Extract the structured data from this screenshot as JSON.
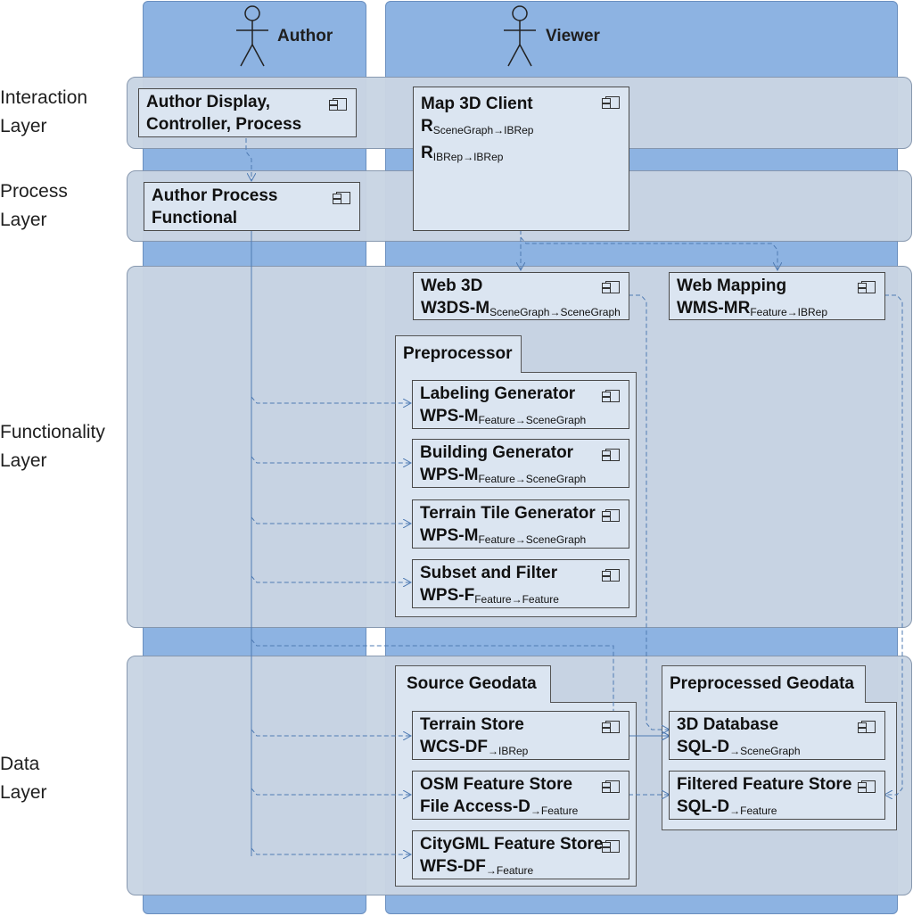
{
  "lanes": {
    "author": {
      "title": "Author"
    },
    "viewer": {
      "title": "Viewer"
    }
  },
  "layers": {
    "interaction": "Interaction\nLayer",
    "process": "Process\nLayer",
    "functionality": "Functionality\nLayer",
    "data": "Data\nLayer"
  },
  "components": {
    "author_display": {
      "name": "Author Display,\nController, Process"
    },
    "map3d": {
      "name": "Map 3D Client",
      "r1_main": "R",
      "r1_sub": "SceneGraph→IBRep",
      "r2_main": "R",
      "r2_sub": "IBRep→IBRep"
    },
    "author_process": {
      "name": "Author Process\nFunctional"
    },
    "web3d": {
      "name": "Web 3D",
      "sig_main": "W3DS-M",
      "sig_sub": "SceneGraph→SceneGraph"
    },
    "webmapping": {
      "name": "Web Mapping",
      "sig_main": "WMS-MR",
      "sig_sub": "Feature→IBRep"
    },
    "labeling": {
      "name": "Labeling Generator",
      "sig_main": "WPS-M",
      "sig_sub": "Feature→SceneGraph"
    },
    "building": {
      "name": "Building Generator",
      "sig_main": "WPS-M",
      "sig_sub": "Feature→SceneGraph"
    },
    "terrain_tile": {
      "name": "Terrain Tile Generator",
      "sig_main": "WPS-M",
      "sig_sub": "Feature→SceneGraph"
    },
    "subset": {
      "name": "Subset and Filter",
      "sig_main": "WPS-F",
      "sig_sub": "Feature→Feature"
    },
    "terrain_store": {
      "name": "Terrain Store",
      "sig_main": "WCS-DF",
      "sig_sub": "→IBRep"
    },
    "osm_store": {
      "name": "OSM Feature Store",
      "sig_main": "File Access-D",
      "sig_sub": "→Feature"
    },
    "citygml_store": {
      "name": "CityGML Feature Store",
      "sig_main": "WFS-DF",
      "sig_sub": "→Feature"
    },
    "db3d": {
      "name": "3D Database",
      "sig_main": "SQL-D",
      "sig_sub": "→SceneGraph"
    },
    "filtered_store": {
      "name": "Filtered Feature Store",
      "sig_main": "SQL-D",
      "sig_sub": "→Feature"
    }
  },
  "packages": {
    "preprocessor": "Preprocessor",
    "source_geodata": "Source Geodata",
    "preprocessed_geodata": "Preprocessed Geodata"
  },
  "colors": {
    "lane": "#8db3e2",
    "layer": "#c9d5e4",
    "component": "#dbe5f1",
    "edge": "#4f7bb3"
  }
}
